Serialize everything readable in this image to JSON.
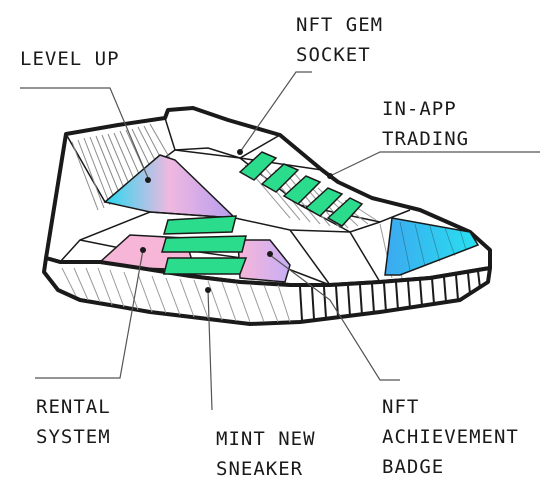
{
  "labels": {
    "level_up": [
      "LEVEL UP"
    ],
    "nft_gem_socket": [
      "NFT GEM",
      "SOCKET"
    ],
    "in_app_trading": [
      "IN-APP",
      "TRADING"
    ],
    "rental_system": [
      "RENTAL",
      "SYSTEM"
    ],
    "mint_new_sneaker": [
      "MINT NEW",
      "SNEAKER"
    ],
    "nft_achievement_badge": [
      "NFT",
      "ACHIEVEMENT",
      "BADGE"
    ]
  },
  "colors": {
    "outline": "#1a1a1a",
    "gem_green": "#2bdc8c",
    "holo_cyan": "#29d8f0",
    "holo_pink": "#f7b6d8",
    "holo_violet": "#a98ef0",
    "toe_blue": "#3ca9f0"
  }
}
